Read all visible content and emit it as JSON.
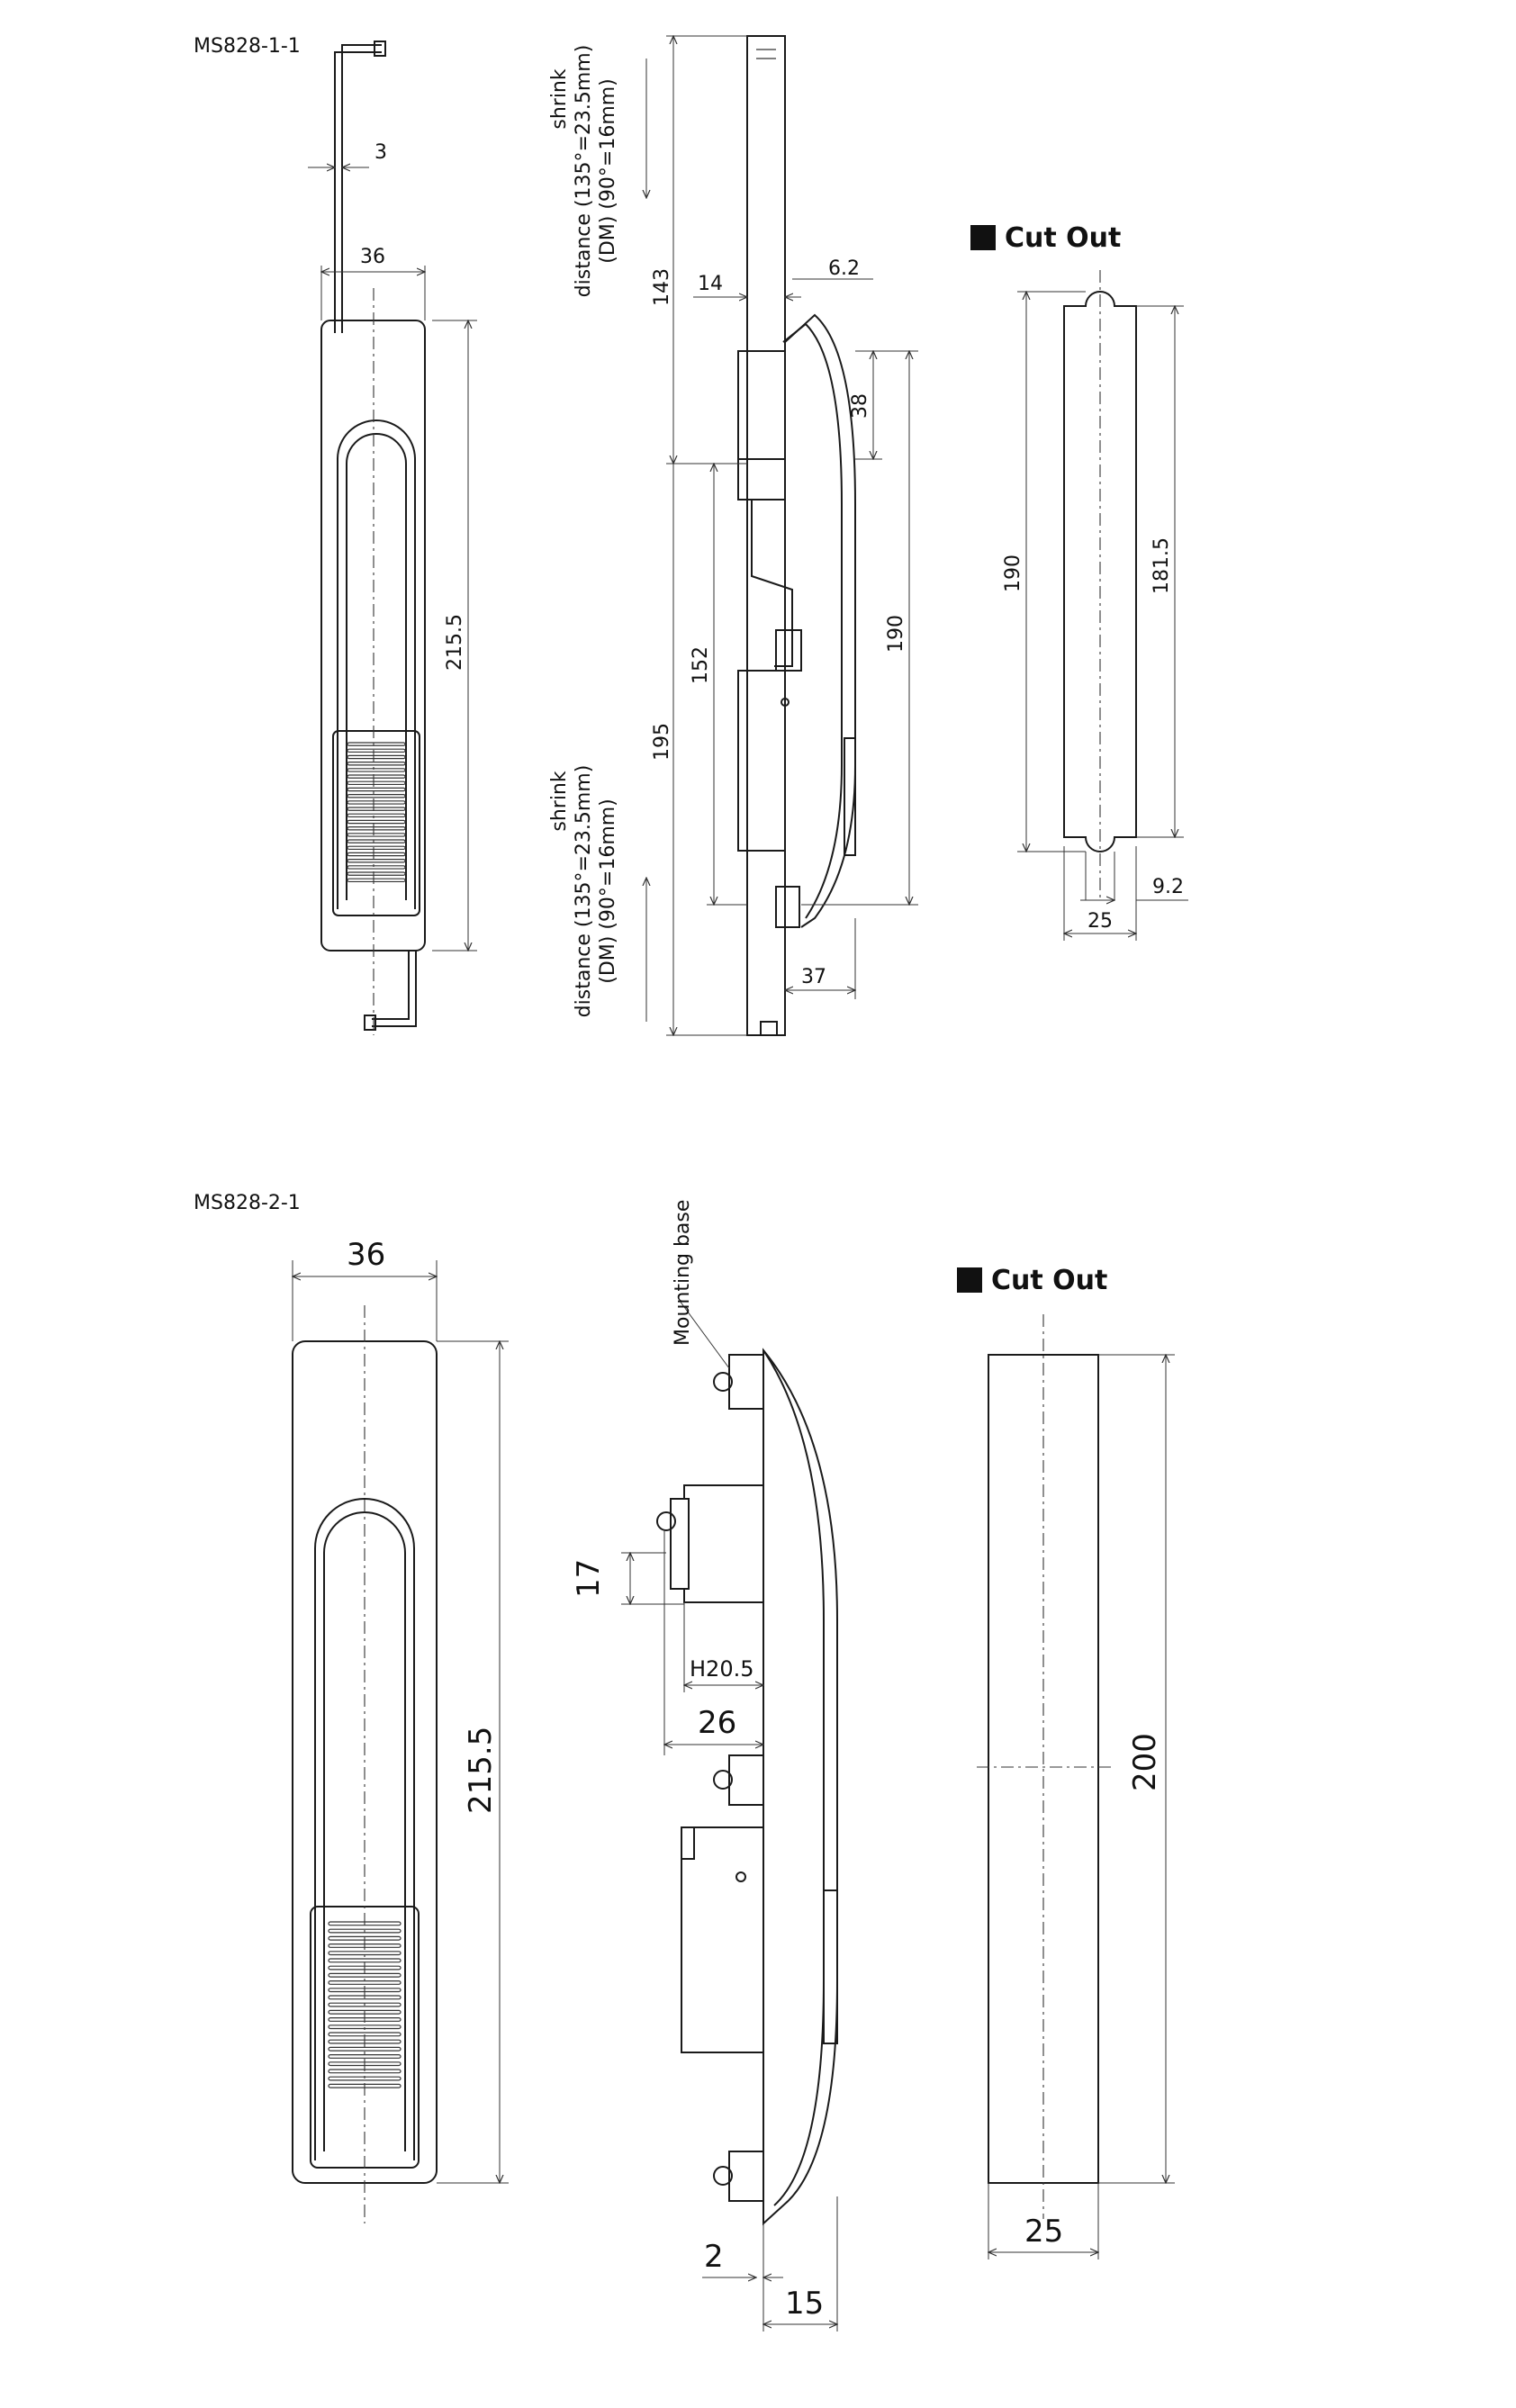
{
  "section1": {
    "model": "MS828-1-1",
    "cutout_title": "Cut Out",
    "dim_3": "3",
    "dim_36": "36",
    "dim_215_5": "215.5",
    "shrink_top": {
      "line1": "shrink",
      "line2": "distance (135°=23.5mm)",
      "line3": "(DM)   (90°=16mm)"
    },
    "shrink_bottom": {
      "line1": "shrink",
      "line2": "distance (135°=23.5mm)",
      "line3": "(DM)   (90°=16mm)"
    },
    "dim_143": "143",
    "dim_14": "14",
    "dim_6_2": "6.2",
    "dim_38": "38",
    "dim_152": "152",
    "dim_190_side": "190",
    "dim_195": "195",
    "dim_37": "37",
    "cut_190": "190",
    "cut_181_5": "181.5",
    "cut_9_2": "9.2",
    "cut_25": "25"
  },
  "section2": {
    "model": "MS828-2-1",
    "cutout_title": "Cut Out",
    "dim_36": "36",
    "dim_215_5": "215.5",
    "mounting_base": "Mounting base",
    "dim_17": "17",
    "dim_h20_5": "H20.5",
    "dim_26": "26",
    "dim_2": "2",
    "dim_15": "15",
    "cut_200": "200",
    "cut_25": "25"
  }
}
